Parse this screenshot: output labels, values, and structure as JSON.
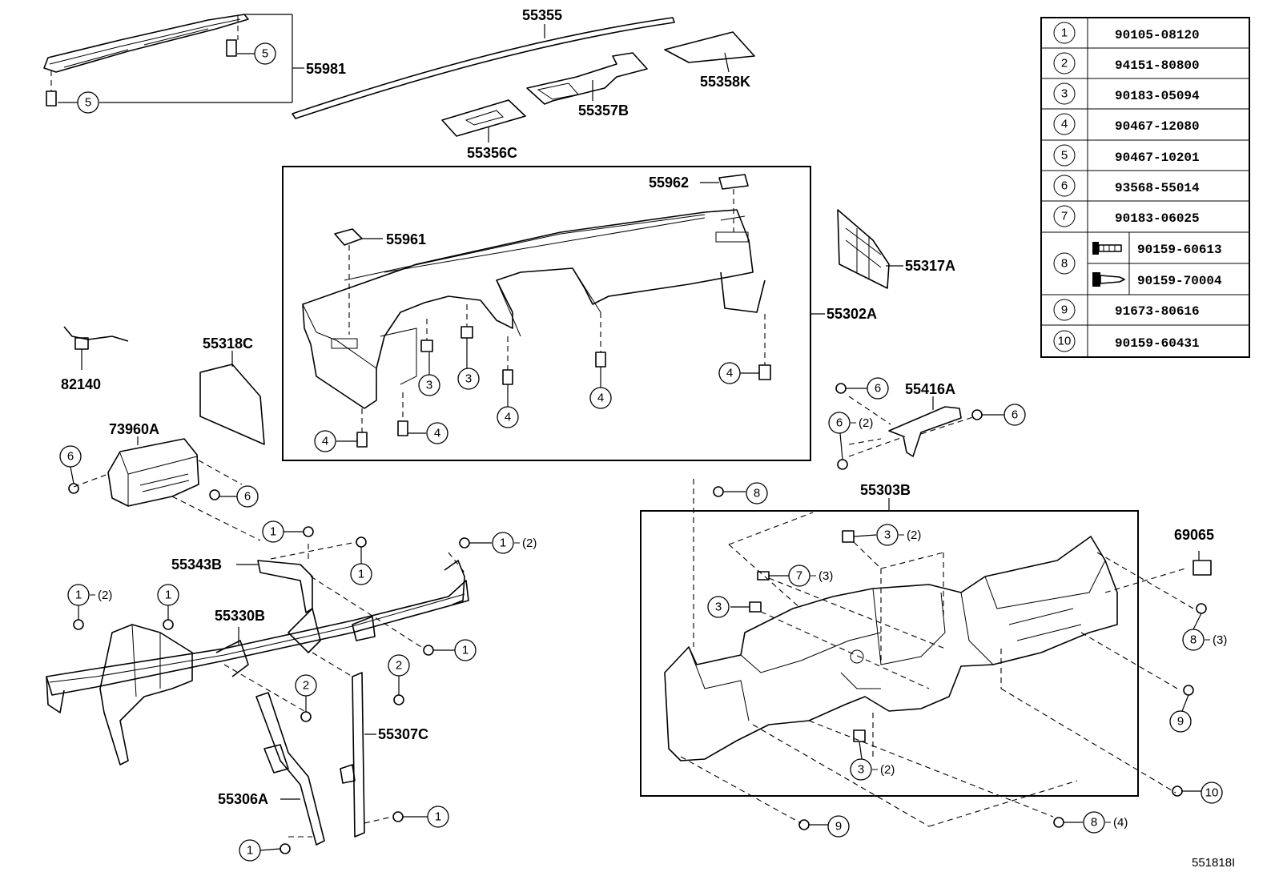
{
  "diagram_ref": "551818I",
  "legend": [
    {
      "num": "1",
      "parts": [
        "90105-08120"
      ]
    },
    {
      "num": "2",
      "parts": [
        "94151-80800"
      ]
    },
    {
      "num": "3",
      "parts": [
        "90183-05094"
      ]
    },
    {
      "num": "4",
      "parts": [
        "90467-12080"
      ]
    },
    {
      "num": "5",
      "parts": [
        "90467-10201"
      ]
    },
    {
      "num": "6",
      "parts": [
        "93568-55014"
      ]
    },
    {
      "num": "7",
      "parts": [
        "90183-06025"
      ]
    },
    {
      "num": "8",
      "parts": [
        "90159-60613",
        "90159-70004"
      ]
    },
    {
      "num": "9",
      "parts": [
        "91673-80616"
      ]
    },
    {
      "num": "10",
      "parts": [
        "90159-60431"
      ]
    }
  ],
  "labels": {
    "p55355": "55355",
    "p55981": "55981",
    "p55358K": "55358K",
    "p55357B": "55357B",
    "p55356C": "55356C",
    "p55962": "55962",
    "p55961": "55961",
    "p55317A": "55317A",
    "p55302A": "55302A",
    "p82140": "82140",
    "p55318C": "55318C",
    "p73960A": "73960A",
    "p55416A": "55416A",
    "p55303B": "55303B",
    "p69065": "69065",
    "p55343B": "55343B",
    "p55330B": "55330B",
    "p55307C": "55307C",
    "p55306A": "55306A"
  },
  "callouts": [
    {
      "id": "c5a",
      "num": "5",
      "qty": ""
    },
    {
      "id": "c5b",
      "num": "5",
      "qty": ""
    },
    {
      "id": "c3a",
      "num": "3",
      "qty": ""
    },
    {
      "id": "c3b",
      "num": "3",
      "qty": ""
    },
    {
      "id": "c4a",
      "num": "4",
      "qty": ""
    },
    {
      "id": "c4b",
      "num": "4",
      "qty": ""
    },
    {
      "id": "c4c",
      "num": "4",
      "qty": ""
    },
    {
      "id": "c4d",
      "num": "4",
      "qty": ""
    },
    {
      "id": "c4e",
      "num": "4",
      "qty": ""
    },
    {
      "id": "c6a",
      "num": "6",
      "qty": ""
    },
    {
      "id": "c6b",
      "num": "6",
      "qty": "(2)"
    },
    {
      "id": "c6c",
      "num": "6",
      "qty": ""
    },
    {
      "id": "c6d",
      "num": "6",
      "qty": ""
    },
    {
      "id": "c6e",
      "num": "6",
      "qty": ""
    },
    {
      "id": "c8a",
      "num": "8",
      "qty": ""
    },
    {
      "id": "c3c",
      "num": "3",
      "qty": "(2)"
    },
    {
      "id": "c7a",
      "num": "7",
      "qty": "(3)"
    },
    {
      "id": "c3d",
      "num": "3",
      "qty": ""
    },
    {
      "id": "c8b",
      "num": "8",
      "qty": "(3)"
    },
    {
      "id": "c9a",
      "num": "9",
      "qty": ""
    },
    {
      "id": "c3e",
      "num": "3",
      "qty": "(2)"
    },
    {
      "id": "c10a",
      "num": "10",
      "qty": ""
    },
    {
      "id": "c9b",
      "num": "9",
      "qty": ""
    },
    {
      "id": "c8c",
      "num": "8",
      "qty": "(4)"
    },
    {
      "id": "c1a",
      "num": "1",
      "qty": ""
    },
    {
      "id": "c1b",
      "num": "1",
      "qty": ""
    },
    {
      "id": "c1c",
      "num": "1",
      "qty": "(2)"
    },
    {
      "id": "c1d",
      "num": "1",
      "qty": "(2)"
    },
    {
      "id": "c1e",
      "num": "1",
      "qty": ""
    },
    {
      "id": "c1f",
      "num": "1",
      "qty": ""
    },
    {
      "id": "c2a",
      "num": "2",
      "qty": ""
    },
    {
      "id": "c2b",
      "num": "2",
      "qty": ""
    },
    {
      "id": "c1g",
      "num": "1",
      "qty": ""
    },
    {
      "id": "c1h",
      "num": "1",
      "qty": ""
    }
  ]
}
